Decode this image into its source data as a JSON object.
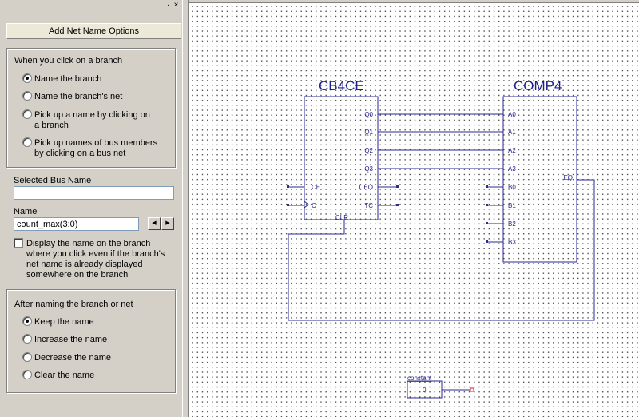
{
  "panel": {
    "close_glyph": "×",
    "pin_glyph": "∙",
    "title": "Add Net Name Options",
    "branch_group": {
      "label": "When you click on a branch",
      "options": [
        {
          "label": "Name the branch",
          "checked": true
        },
        {
          "label": "Name the branch's net",
          "checked": false
        },
        {
          "label": "Pick up a name by clicking on a branch",
          "checked": false
        },
        {
          "label": "Pick up names of bus members by clicking on a bus net",
          "checked": false
        }
      ]
    },
    "bus_name_label": "Selected Bus Name",
    "bus_name_value": "",
    "name_label": "Name",
    "name_value": "count_max(3:0)",
    "spin_left": "◀",
    "spin_right": "▶",
    "display_checkbox_label": "Display the name on the branch where you click even if the branch's net name is already displayed somewhere on the branch",
    "display_checkbox_checked": false,
    "after_group": {
      "label": "After naming the branch or net",
      "options": [
        {
          "label": "Keep the name",
          "checked": true
        },
        {
          "label": "Increase the name",
          "checked": false
        },
        {
          "label": "Decrease the name",
          "checked": false
        },
        {
          "label": "Clear the name",
          "checked": false
        }
      ]
    }
  },
  "schematic": {
    "counter": {
      "title": "CB4CE",
      "outputs": [
        "Q0",
        "Q1",
        "Q2",
        "Q3"
      ],
      "inputs": [
        "CE",
        "C"
      ],
      "right_pins": [
        "CEO",
        "TC"
      ],
      "bottom_pin": "CLR"
    },
    "comparator": {
      "title": "COMP4",
      "a_pins": [
        "A0",
        "A1",
        "A2",
        "A3"
      ],
      "b_pins": [
        "B0",
        "B1",
        "B2",
        "B3"
      ],
      "output": "EQ"
    },
    "constant": {
      "label": "constant",
      "value": "0"
    }
  },
  "colors": {
    "wire": "#2a2a90",
    "symbol_text": "#1f1f8c",
    "marker": "#cc2222"
  }
}
